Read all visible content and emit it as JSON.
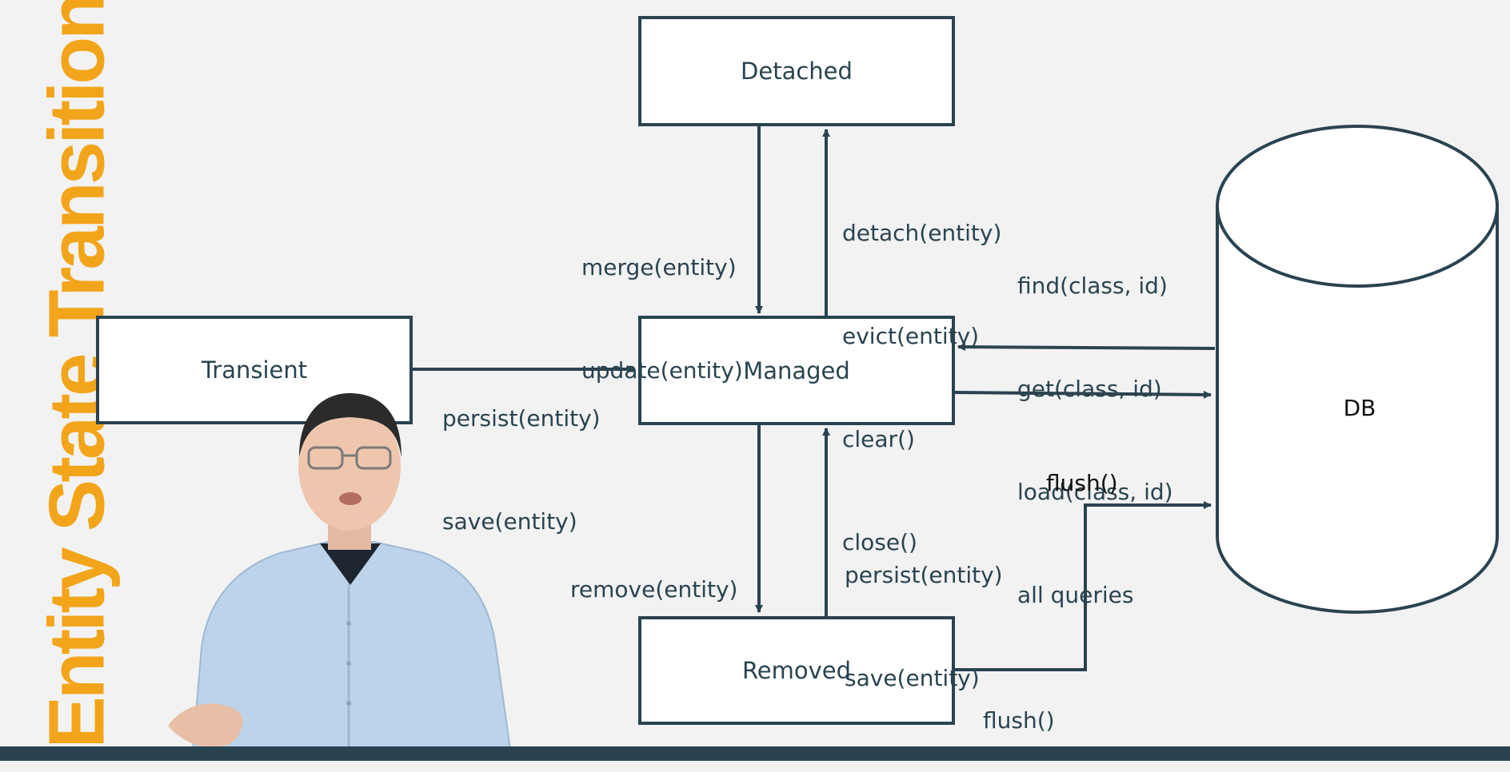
{
  "title": "Entity State Transitions",
  "colors": {
    "title": "#f2a51a",
    "stroke": "#2a4350",
    "text": "#2a4350",
    "bar": "#2a4350",
    "background": "#f2f2f2"
  },
  "states": {
    "detached": "Detached",
    "transient": "Transient",
    "managed": "Managed",
    "removed": "Removed",
    "db": "DB"
  },
  "transitions": {
    "merge": [
      "merge(entity)",
      "update(entity)"
    ],
    "detach": [
      "detach(entity)",
      "evict(entity)",
      "clear()",
      "close()"
    ],
    "find": [
      "find(class, id)",
      "get(class, id)",
      "load(class, id)",
      "all queries"
    ],
    "persist_transient": [
      "persist(entity)",
      "save(entity)"
    ],
    "flush_managed": "flush()",
    "remove": "remove(entity)",
    "persist_removed": [
      "persist(entity)",
      "save(entity)"
    ],
    "flush_removed": "flush()"
  },
  "presenter": "presenter-video-overlay"
}
